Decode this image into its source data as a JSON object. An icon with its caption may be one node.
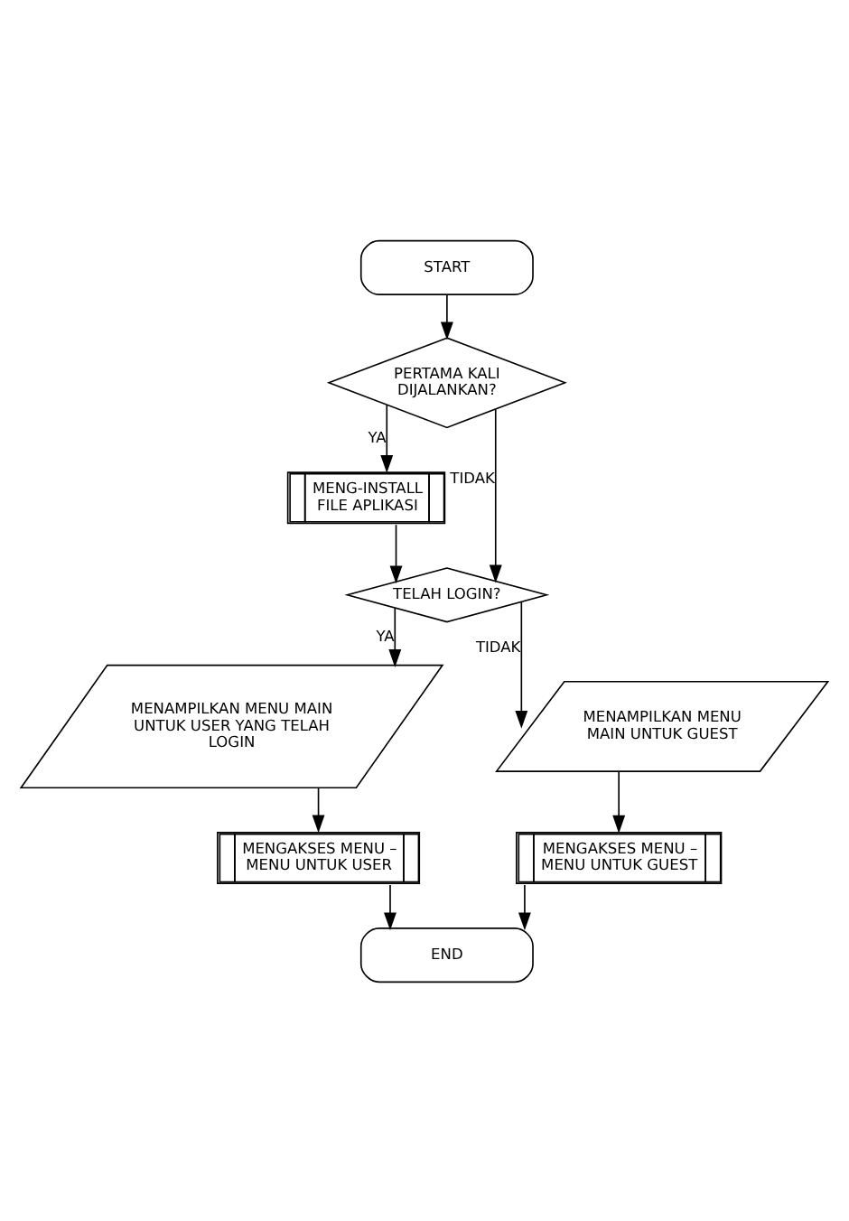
{
  "diagram": {
    "nodes": [
      {
        "text": [
          "START"
        ]
      },
      {
        "text": [
          "PERTAMA KALI DIJALANKAN?"
        ]
      },
      {
        "text": [
          "MENG-INSTALL FILE APLIKASI"
        ]
      },
      {
        "text": [
          "TELAH LOGIN?"
        ]
      },
      {
        "text": [
          "MENAMPILKAN MENU MAIN UNTUK USER YANG TELAH LOGIN"
        ]
      },
      {
        "text": [
          "MENAMPILKAN MENU MAIN UNTUK GUEST"
        ]
      },
      {
        "text": [
          "MENGAKSES MENU – MENU UNTUK USER"
        ]
      },
      {
        "text": [
          "MENGAKSES MENU – MENU UNTUK GUEST"
        ]
      },
      {
        "text": [
          "END"
        ]
      }
    ],
    "edges": [
      {
        "from": 0,
        "to": 1,
        "arrow": "to"
      },
      {
        "from": 1,
        "to": 2,
        "arrow": "to",
        "label": "YA"
      },
      {
        "from": 2,
        "to": 3,
        "arrow": "to"
      },
      {
        "from": 1,
        "to": 3,
        "arrow": "to",
        "label": "TIDAK"
      },
      {
        "from": 3,
        "to": 4,
        "arrow": "to",
        "label": "YA"
      },
      {
        "from": 3,
        "to": 5,
        "arrow": "to",
        "label": "TIDAK"
      },
      {
        "from": 4,
        "to": 6,
        "arrow": "to"
      },
      {
        "from": 5,
        "to": 7,
        "arrow": "to"
      },
      {
        "from": 6,
        "to": 8,
        "arrow": "to"
      },
      {
        "from": 7,
        "to": 8,
        "arrow": "to"
      }
    ]
  }
}
